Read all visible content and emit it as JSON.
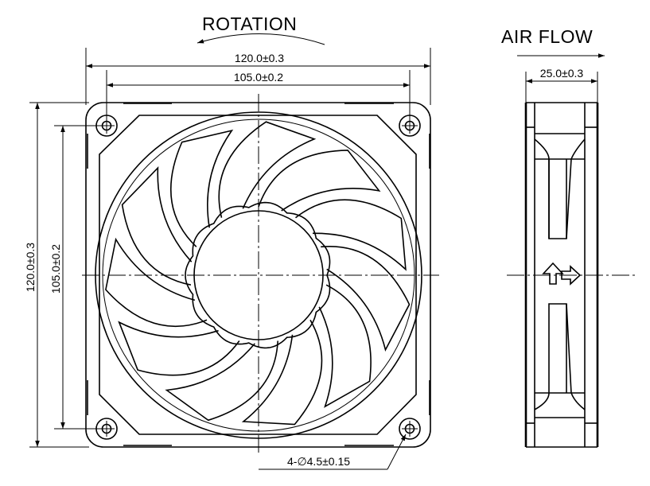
{
  "labels": {
    "rotation": "ROTATION",
    "airflow": "AIR FLOW"
  },
  "dimensions": {
    "outer_width": "120.0±0.3",
    "hole_spacing_width": "105.0±0.2",
    "outer_height": "120.0±0.3",
    "hole_spacing_height": "105.0±0.2",
    "depth": "25.0±0.3",
    "mounting_holes": "4-∅4.5±0.15"
  },
  "colors": {
    "line": "#000000",
    "background": "#ffffff"
  }
}
